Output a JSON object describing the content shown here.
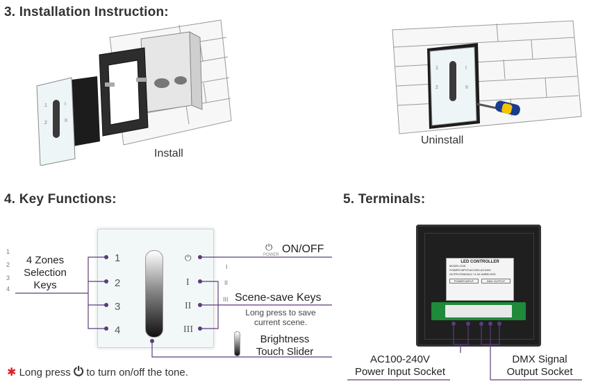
{
  "section3": {
    "title": "3. Installation Instruction:",
    "install_caption": "Install",
    "uninstall_caption": "Uninstall"
  },
  "section4": {
    "title": "4. Key Functions:",
    "zones_label_line1": "4 Zones",
    "zones_label_line2": "Selection",
    "zones_label_line3": "Keys",
    "onoff_label": "ON/OFF",
    "power_small": "POWER",
    "scene_label": "Scene-save Keys",
    "scene_note_line1": "Long press to save",
    "scene_note_line2": "current scene.",
    "slider_label_line1": "Brightness",
    "slider_label_line2": "Touch Slider",
    "zone_numbers": [
      "1",
      "2",
      "3",
      "4"
    ],
    "scene_numbers": [
      "I",
      "II",
      "III"
    ],
    "footnote_star": "✱",
    "footnote_before": "Long press",
    "footnote_after": "to turn on/off the tone."
  },
  "section5": {
    "title": "5. Terminals:",
    "sticker_title": "LED CONTROLLER",
    "sticker_lines": [
      "MODEL:DX5",
      "POWER INPUT:AC100V-AC240V",
      "OUTPUT:DMX512 +2.4G WIRELESS"
    ],
    "power_input_tag": "POWER INPUT",
    "dmx_output_tag": "DMX OUTPUT",
    "ac_label_line1": "AC100-240V",
    "ac_label_line2": "Power Input Socket",
    "dmx_label_line1": "DMX Signal",
    "dmx_label_line2": "Output Socket"
  },
  "colors": {
    "accent": "#5a3c7a",
    "star": "#d8232a"
  }
}
